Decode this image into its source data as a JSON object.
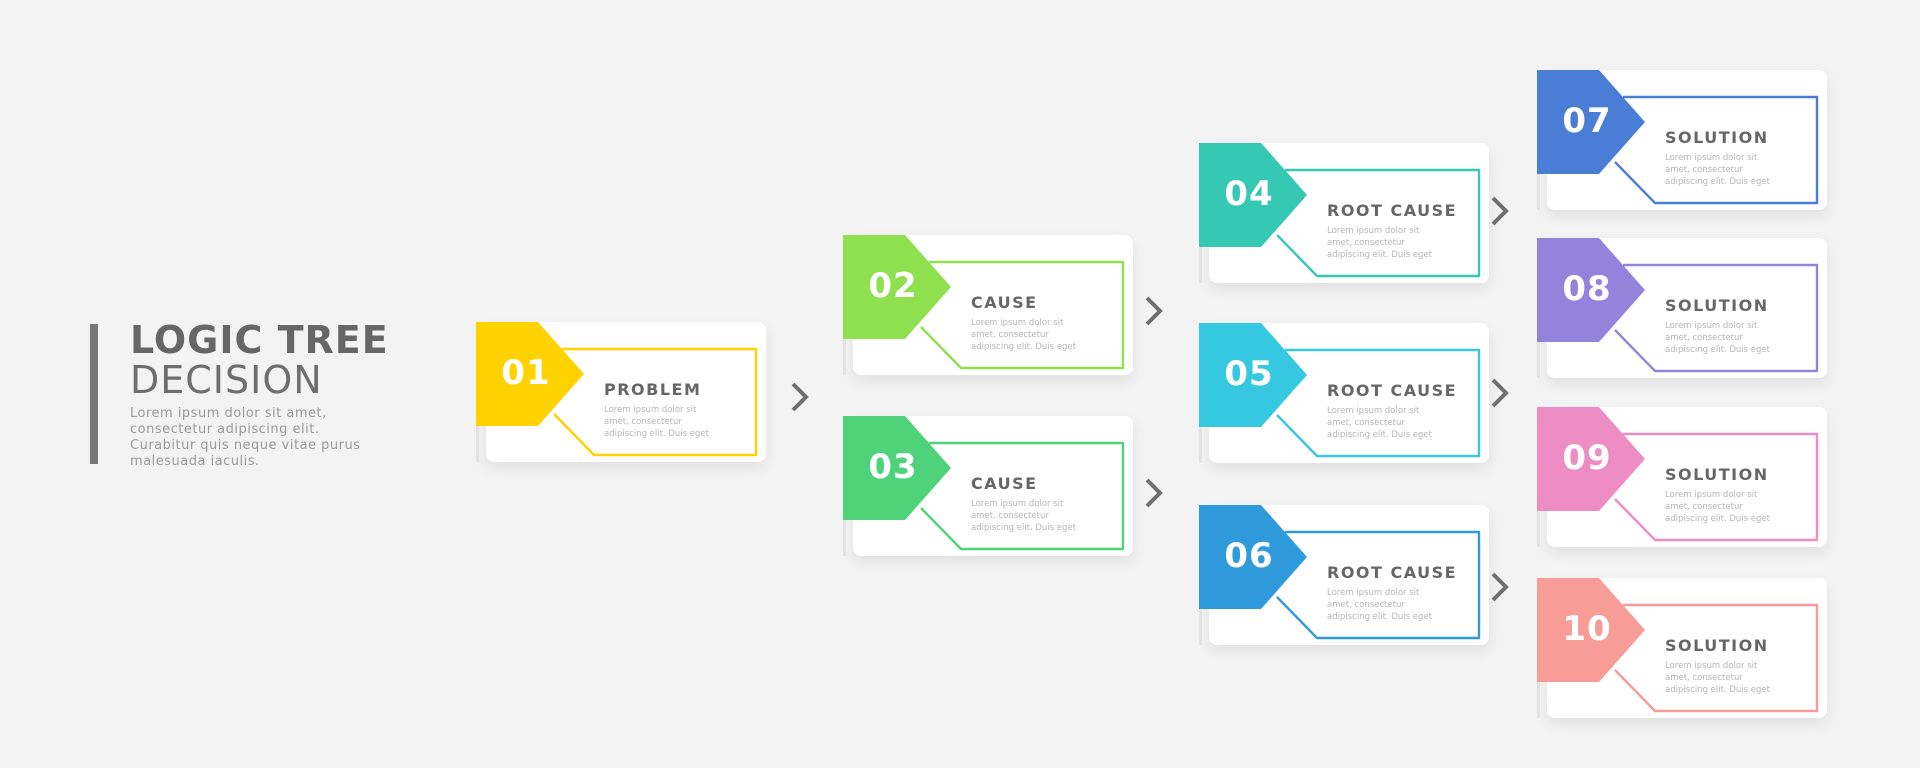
{
  "header": {
    "title_line1": "LOGIC TREE",
    "title_line2": "DECISION",
    "description": "Lorem ipsum dolor sit amet, consectetur adipiscing elit. Curabitur quis neque vitae purus malesuada iaculis."
  },
  "colors": {
    "title_bar": "#777777",
    "arrow": "#6f6f6f"
  },
  "nodes": [
    {
      "number": "01",
      "heading": "PROBLEM",
      "text": "Lorem ipsum dolor sit amet, consectetur adipiscing elit. Duis eget",
      "color": "#FFD200"
    },
    {
      "number": "02",
      "heading": "CAUSE",
      "text": "Lorem ipsum dolor sit amet, consectetur adipiscing elit. Duis eget",
      "color": "#8FE04E"
    },
    {
      "number": "03",
      "heading": "CAUSE",
      "text": "Lorem ipsum dolor sit amet, consectetur adipiscing elit. Duis eget",
      "color": "#4FD37A"
    },
    {
      "number": "04",
      "heading": "ROOT CAUSE",
      "text": "Lorem ipsum dolor sit amet, consectetur adipiscing elit. Duis eget",
      "color": "#35C9B4"
    },
    {
      "number": "05",
      "heading": "ROOT CAUSE",
      "text": "Lorem ipsum dolor sit amet, consectetur adipiscing elit. Duis eget",
      "color": "#36C8E0"
    },
    {
      "number": "06",
      "heading": "ROOT CAUSE",
      "text": "Lorem ipsum dolor sit amet, consectetur adipiscing elit. Duis eget",
      "color": "#2F9BDC"
    },
    {
      "number": "07",
      "heading": "SOLUTION",
      "text": "Lorem ipsum dolor sit amet, consectetur adipiscing elit. Duis eget",
      "color": "#4A7DD6"
    },
    {
      "number": "08",
      "heading": "SOLUTION",
      "text": "Lorem ipsum dolor sit amet, consectetur adipiscing elit. Duis eget",
      "color": "#9383DB"
    },
    {
      "number": "09",
      "heading": "SOLUTION",
      "text": "Lorem ipsum dolor sit amet, consectetur adipiscing elit. Duis eget",
      "color": "#EE8CC4"
    },
    {
      "number": "10",
      "heading": "SOLUTION",
      "text": "Lorem ipsum dolor sit amet, consectetur adipiscing elit. Duis eget",
      "color": "#F79C96"
    }
  ]
}
